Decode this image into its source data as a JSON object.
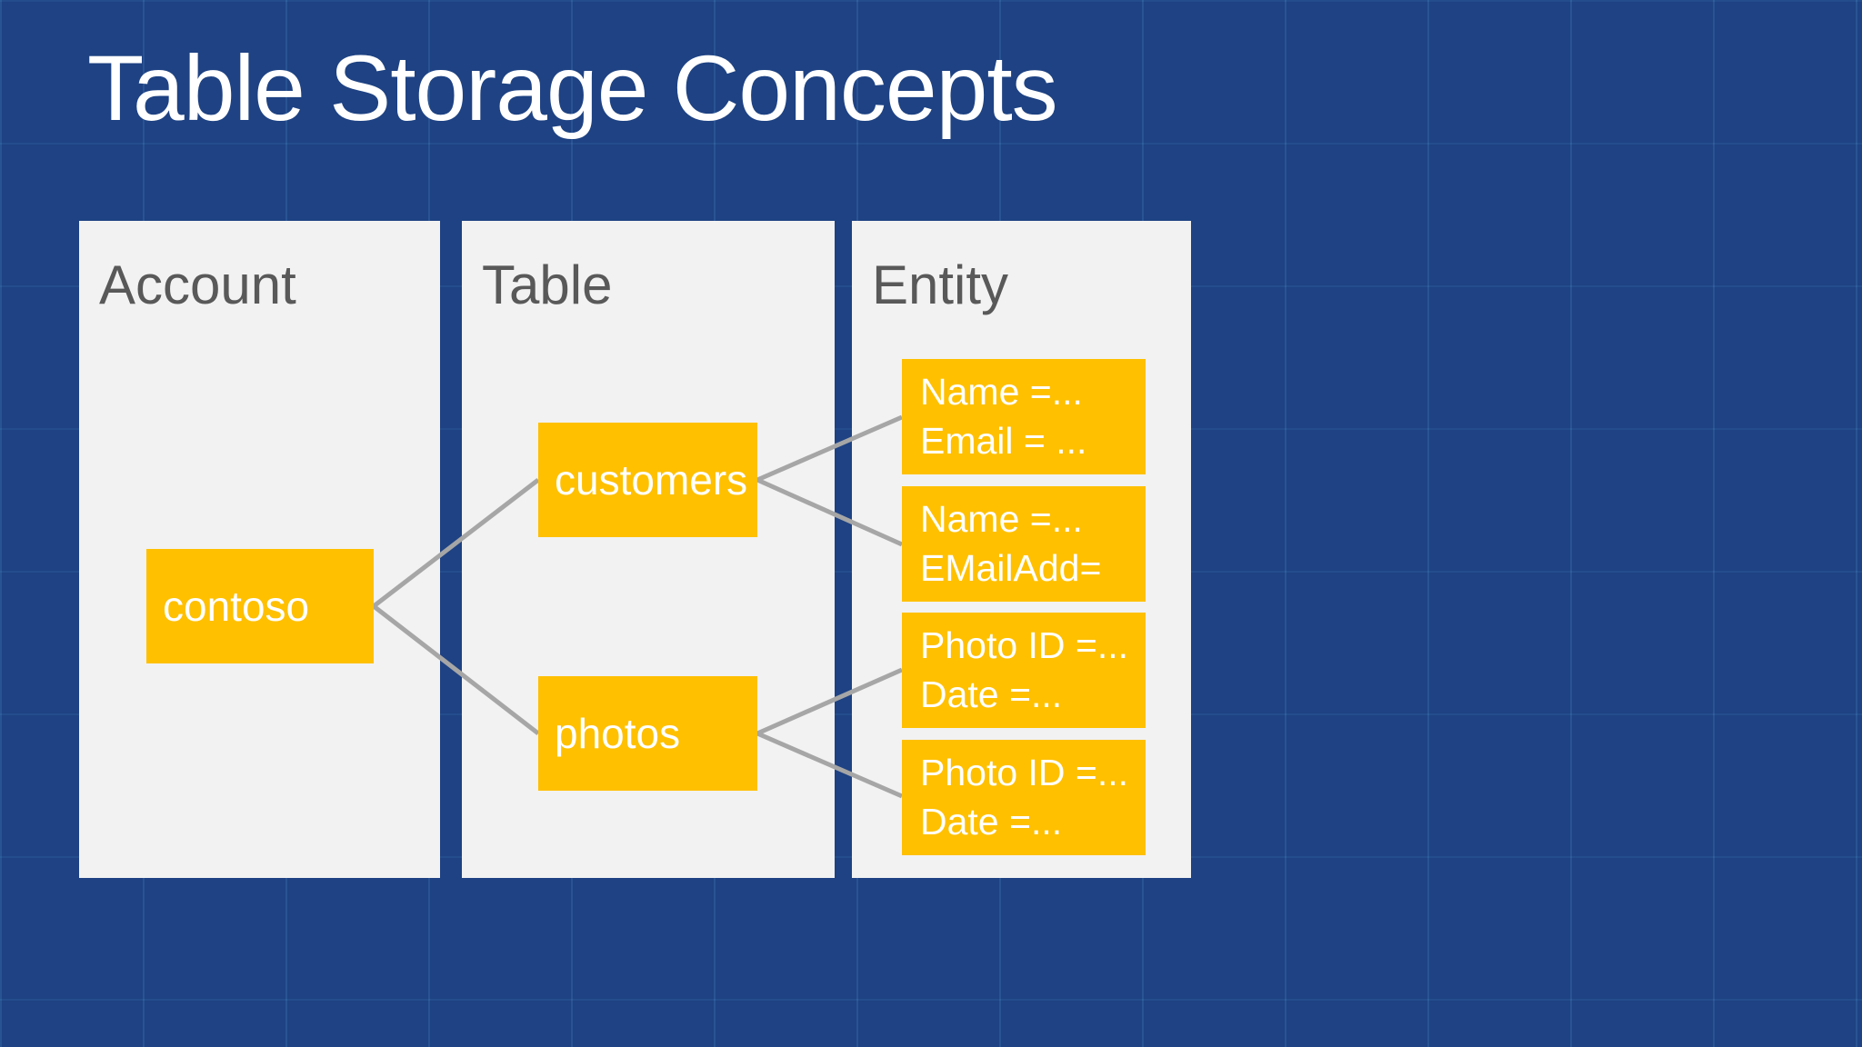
{
  "title": "Table Storage Concepts",
  "columns": [
    {
      "id": "account",
      "label": "Account"
    },
    {
      "id": "table",
      "label": "Table"
    },
    {
      "id": "entity",
      "label": "Entity"
    }
  ],
  "nodes": [
    {
      "id": "contoso",
      "column": "account",
      "label": "contoso"
    },
    {
      "id": "customers",
      "column": "table",
      "label": "customers"
    },
    {
      "id": "photos",
      "column": "table",
      "label": "photos"
    }
  ],
  "entities": [
    {
      "line1": "Name =...",
      "line2": "Email = ..."
    },
    {
      "line1": "Name =...",
      "line2": "EMailAdd="
    },
    {
      "line1": "Photo ID =...",
      "line2": "Date =..."
    },
    {
      "line1": "Photo ID =...",
      "line2": "Date =..."
    }
  ],
  "connectors": [
    {
      "from": "contoso",
      "to": "customers"
    },
    {
      "from": "contoso",
      "to": "photos"
    },
    {
      "from": "customers",
      "to": "entity-1"
    },
    {
      "from": "customers",
      "to": "entity-2"
    },
    {
      "from": "photos",
      "to": "entity-3"
    },
    {
      "from": "photos",
      "to": "entity-4"
    }
  ],
  "colors": {
    "background": "#1E4283",
    "grid_line": "#569DD5",
    "panel": "#F2F2F2",
    "node_fill": "#FFC000",
    "node_text": "#FFFFFF",
    "heading_text": "#595959",
    "connector": "#A6A6A6",
    "title_text": "#FFFFFF"
  }
}
